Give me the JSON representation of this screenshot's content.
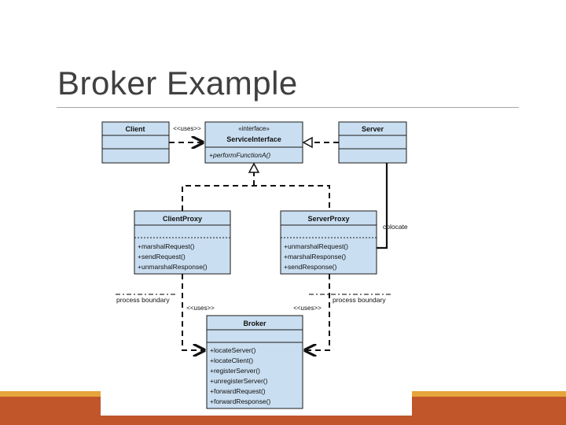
{
  "slide": {
    "title": "Broker Example",
    "colors": {
      "title": "#404040",
      "footer": "#c0562a",
      "footer_accent": "#e6a53a",
      "class_fill": "#c9def0"
    }
  },
  "diagram": {
    "classes": {
      "client": {
        "name": "Client"
      },
      "service": {
        "stereotype": "«interface»",
        "name": "ServiceInterface",
        "methods": [
          "+performFunctionA()"
        ]
      },
      "server": {
        "name": "Server"
      },
      "client_proxy": {
        "name": "ClientProxy",
        "methods": [
          "+marshalRequest()",
          "+sendRequest()",
          "+unmarshalResponse()"
        ]
      },
      "server_proxy": {
        "name": "ServerProxy",
        "methods": [
          "+unmarshalRequest()",
          "+marshalResponse()",
          "+sendResponse()"
        ]
      },
      "broker": {
        "name": "Broker",
        "methods": [
          "+locateServer()",
          "+locateClient()",
          "+registerServer()",
          "+unregisterServer()",
          "+forwardRequest()",
          "+forwardResponse()"
        ]
      }
    },
    "labels": {
      "uses_top": "<<uses>>",
      "uses_left": "<<uses>>",
      "uses_right": "<<uses>>",
      "colocate": "colocate",
      "boundary_left": "process boundary",
      "boundary_right": "process boundary"
    }
  }
}
